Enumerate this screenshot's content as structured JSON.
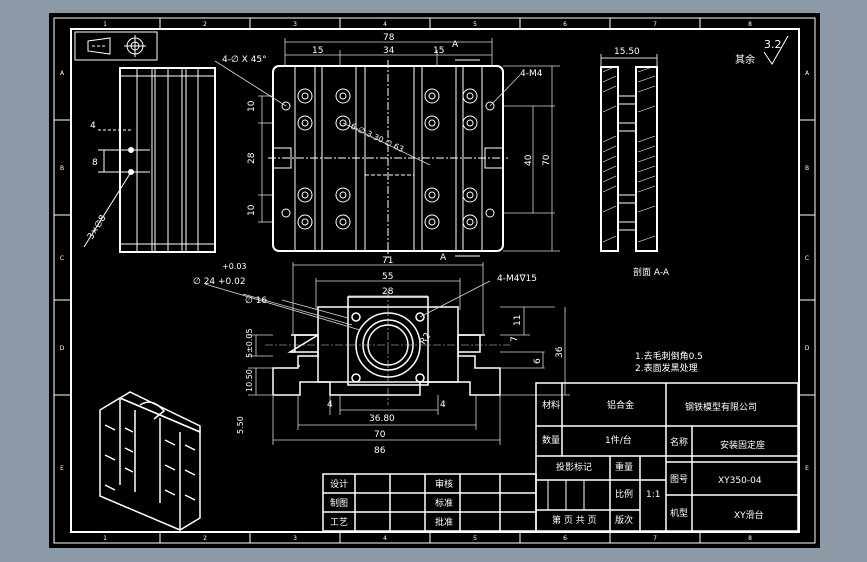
{
  "colors": {
    "viewport": "#8c9aa8",
    "paper": "#000000",
    "line": "#ffffff",
    "dim": "#d8d8d8"
  },
  "top_view": {
    "overall": "78",
    "parts": [
      "15",
      "34",
      "15"
    ],
    "section": "A",
    "chamfer": "4-∅ X 45°",
    "tap": "4-M4",
    "holes": "6-∅ 3.30 ∅ 63",
    "height_left": [
      "10",
      "28",
      "10"
    ],
    "height_right": [
      "40",
      "70"
    ]
  },
  "side_view": {
    "dims": [
      "4",
      "8"
    ],
    "note": "3×∅8"
  },
  "section_view": {
    "width": "15.50",
    "label": "剖面 A-A"
  },
  "front_view": {
    "tolerance": "+0.03\n+0.02",
    "bore": "∅ 24 +0.02",
    "bore2": "∅ 16",
    "tap": "4-M4∇15",
    "widths": [
      "71",
      "55",
      "28"
    ],
    "heights_left": [
      "5±0.05",
      "10.50",
      "5.50"
    ],
    "heights_right": [
      "11",
      "7",
      "6",
      "36"
    ],
    "bottom": [
      "4",
      "4",
      "36.80",
      "70",
      "86"
    ],
    "radius": "R2"
  },
  "corner": {
    "roughness": "3.2",
    "note": "其余"
  },
  "notes": [
    "1.去毛刺倒角0.5",
    "2.表面发黑处理"
  ],
  "title_block": {
    "material_label": "材料",
    "material_value": "铝合金",
    "company": "钢铁模型有限公司",
    "qty_label": "数量",
    "qty_value": "1件/台",
    "name_label": "名称",
    "name_value": "安装固定座",
    "drawing_no_label": "图号",
    "drawing_no_value": "XY350-04",
    "scale_label": "比例",
    "scale_value": "1:1",
    "proj_label": "投影标记",
    "weight_label": "重量",
    "machine_label": "机型",
    "machine_value": "XY滑台",
    "pages_label": "第 页 共 页",
    "version_label": "版次",
    "sign_rows": [
      [
        "设计",
        "审核"
      ],
      [
        "制图",
        "标准"
      ],
      [
        "工艺",
        "批准"
      ]
    ]
  },
  "border_marks": {
    "columns": [
      "1",
      "2",
      "3",
      "4",
      "5",
      "6",
      "7",
      "8"
    ],
    "rows": [
      "A",
      "B",
      "C",
      "D",
      "E"
    ]
  }
}
